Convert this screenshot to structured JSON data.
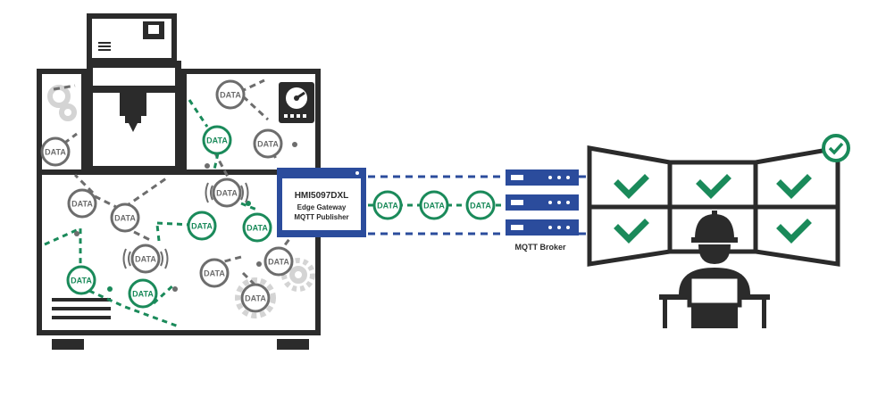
{
  "colors": {
    "dark": "#2b2b2b",
    "gray": "#6d6d6d",
    "light_gray": "#cfcfcf",
    "green": "#1a8a5a",
    "blue": "#2b4c9c",
    "white": "#ffffff"
  },
  "gateway": {
    "model": "HMI5097DXL",
    "line1": "Edge Gateway",
    "line2": "MQTT Publisher"
  },
  "broker": {
    "label": "MQTT Broker"
  },
  "data_tag": "DATA",
  "icons": [
    "3d-printer-icon",
    "hard-drive-icon",
    "gear-icon",
    "sensor-icon",
    "check-icon",
    "operator-icon",
    "server-icon"
  ]
}
